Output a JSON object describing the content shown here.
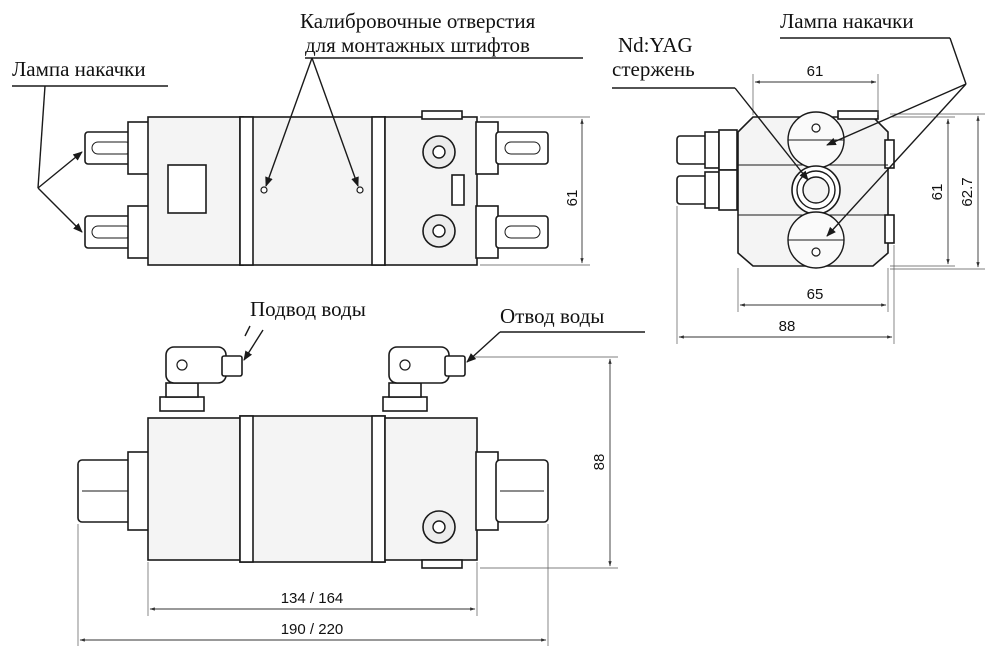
{
  "labels": {
    "pump_lamp_left": "Лампа накачки",
    "calibration_holes_line1": "Калибровочные отверстия",
    "calibration_holes_line2": "для монтажных штифтов",
    "ndyag_line1": "Nd:YAG",
    "ndyag_line2": "стержень",
    "pump_lamp_right": "Лампа накачки",
    "water_inlet": "Подвод воды",
    "water_outlet": "Отвод воды"
  },
  "dimensions": {
    "top_height": "61",
    "end_width_inner": "61",
    "end_height_61": "61",
    "end_height_62_7": "62.7",
    "end_width_65": "65",
    "end_width_88": "88",
    "side_height": "88",
    "side_length_inner": "134 / 164",
    "side_length_outer": "190 / 220"
  }
}
